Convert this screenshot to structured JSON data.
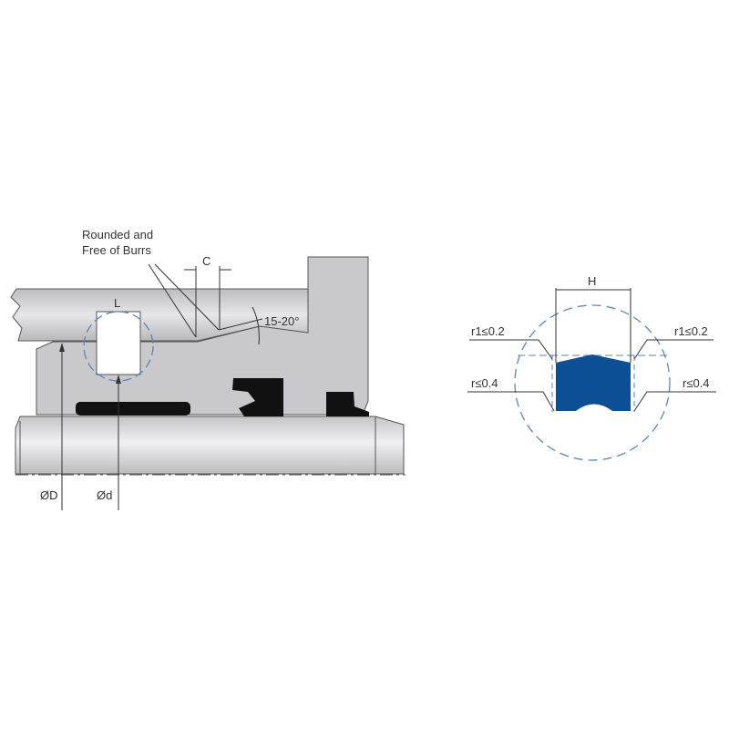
{
  "left_diagram": {
    "note_line1": "Rounded and",
    "note_line2": "Free of Burrs",
    "dim_c": "C",
    "dim_l": "L",
    "angle": "15-20°",
    "dim_outer_diameter": "ØD",
    "dim_inner_diameter": "Ød"
  },
  "right_detail": {
    "dim_h": "H",
    "r1_left": "r1≤0.2",
    "r1_right": "r1≤0.2",
    "r_left": "r≤0.4",
    "r_right": "r≤0.4"
  },
  "colors": {
    "metal": "#c9c9cb",
    "seal_black": "#111111",
    "seal_blue": "#0c4f95",
    "dashed_blue": "#5a86b8"
  }
}
